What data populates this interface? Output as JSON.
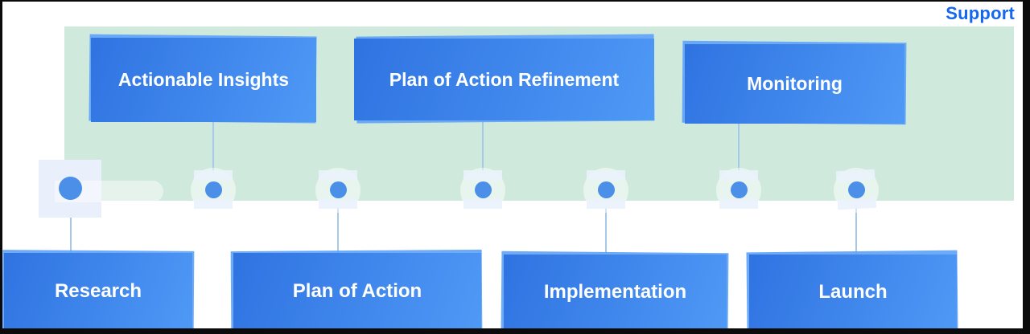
{
  "support_label": "Support",
  "diagram": {
    "type": "zigzag-process-timeline",
    "stages": [
      {
        "label": "Research",
        "row": "bottom"
      },
      {
        "label": "Actionable Insights",
        "row": "top"
      },
      {
        "label": "Plan of Action",
        "row": "bottom"
      },
      {
        "label": "Plan of Action Refinement",
        "row": "top"
      },
      {
        "label": "Implementation",
        "row": "bottom"
      },
      {
        "label": "Monitoring",
        "row": "top"
      },
      {
        "label": "Launch",
        "row": "bottom"
      }
    ],
    "node_count": 7
  },
  "colors": {
    "stage_box_gradient_start": "#2f73e1",
    "stage_box_gradient_end": "#4f99f6",
    "stage_box_offset_layer": "#5da2f7",
    "background_band": "#cfeadd",
    "support_text": "#1566f0",
    "connector_line": "#a6c9ea",
    "node_square": "#e9f0fb",
    "node_dot": "#4b8fe8",
    "stage_text": "#ffffff",
    "frame_border": "#0b0b0b"
  }
}
